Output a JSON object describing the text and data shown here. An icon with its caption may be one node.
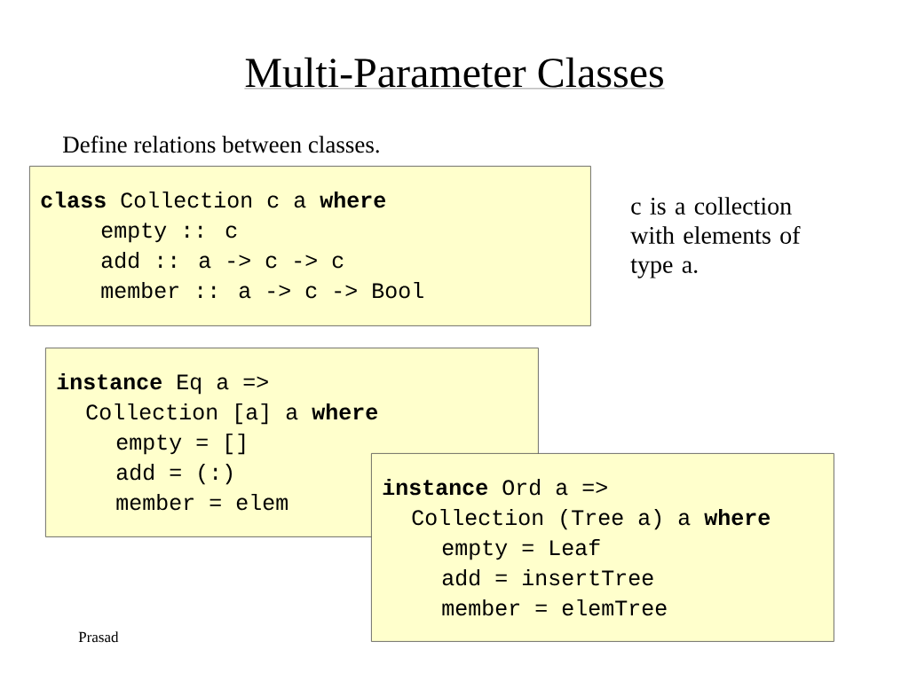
{
  "diagram": {
    "title": "Multi-Parameter Classes",
    "nodes": [
      {
        "text": [
          "**class** Collection c a **where**",
          "empty :: c",
          "add :: a -> c -> c",
          "member :: a -> c -> Bool"
        ]
      },
      {
        "text": [
          "**instance** Eq a =>",
          "Collection [a] a **where**",
          "empty = []",
          "add = (:)",
          "member = elem"
        ]
      },
      {
        "text": [
          "**instance** Ord a =>",
          "Collection (Tree a) a **where**",
          "empty = Leaf",
          "add = insertTree",
          "member = elemTree"
        ]
      }
    ],
    "labels": [
      "Define relations between classes.",
      "c is a collection with elements of type a.",
      "Prasad"
    ]
  }
}
